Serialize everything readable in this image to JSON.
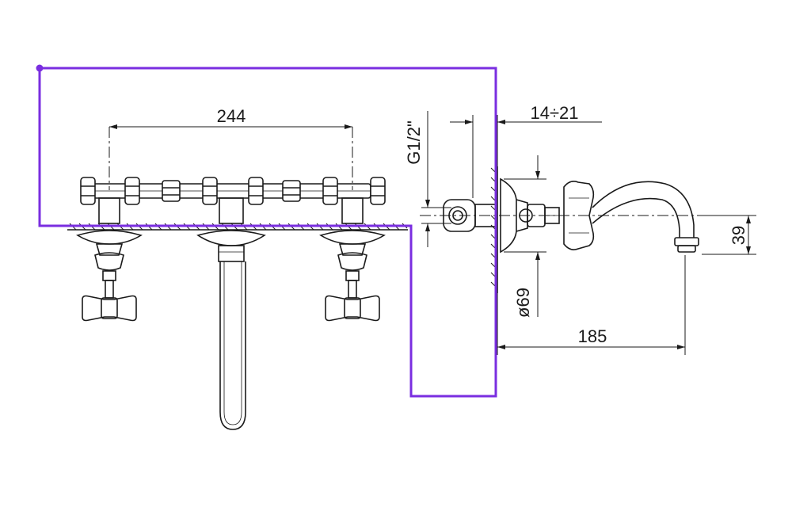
{
  "dimensions": {
    "valve_spacing": "244",
    "thread_size": "G1/2\"",
    "wall_adjustment": "14÷21",
    "flange_diameter": "ø69",
    "spout_projection": "185",
    "spout_height": "39"
  },
  "colors": {
    "line": "#1a1a1a",
    "selection_outline": "#7a2ee0"
  },
  "annotation": {
    "shape": "l-shaped-polygon-selection"
  }
}
